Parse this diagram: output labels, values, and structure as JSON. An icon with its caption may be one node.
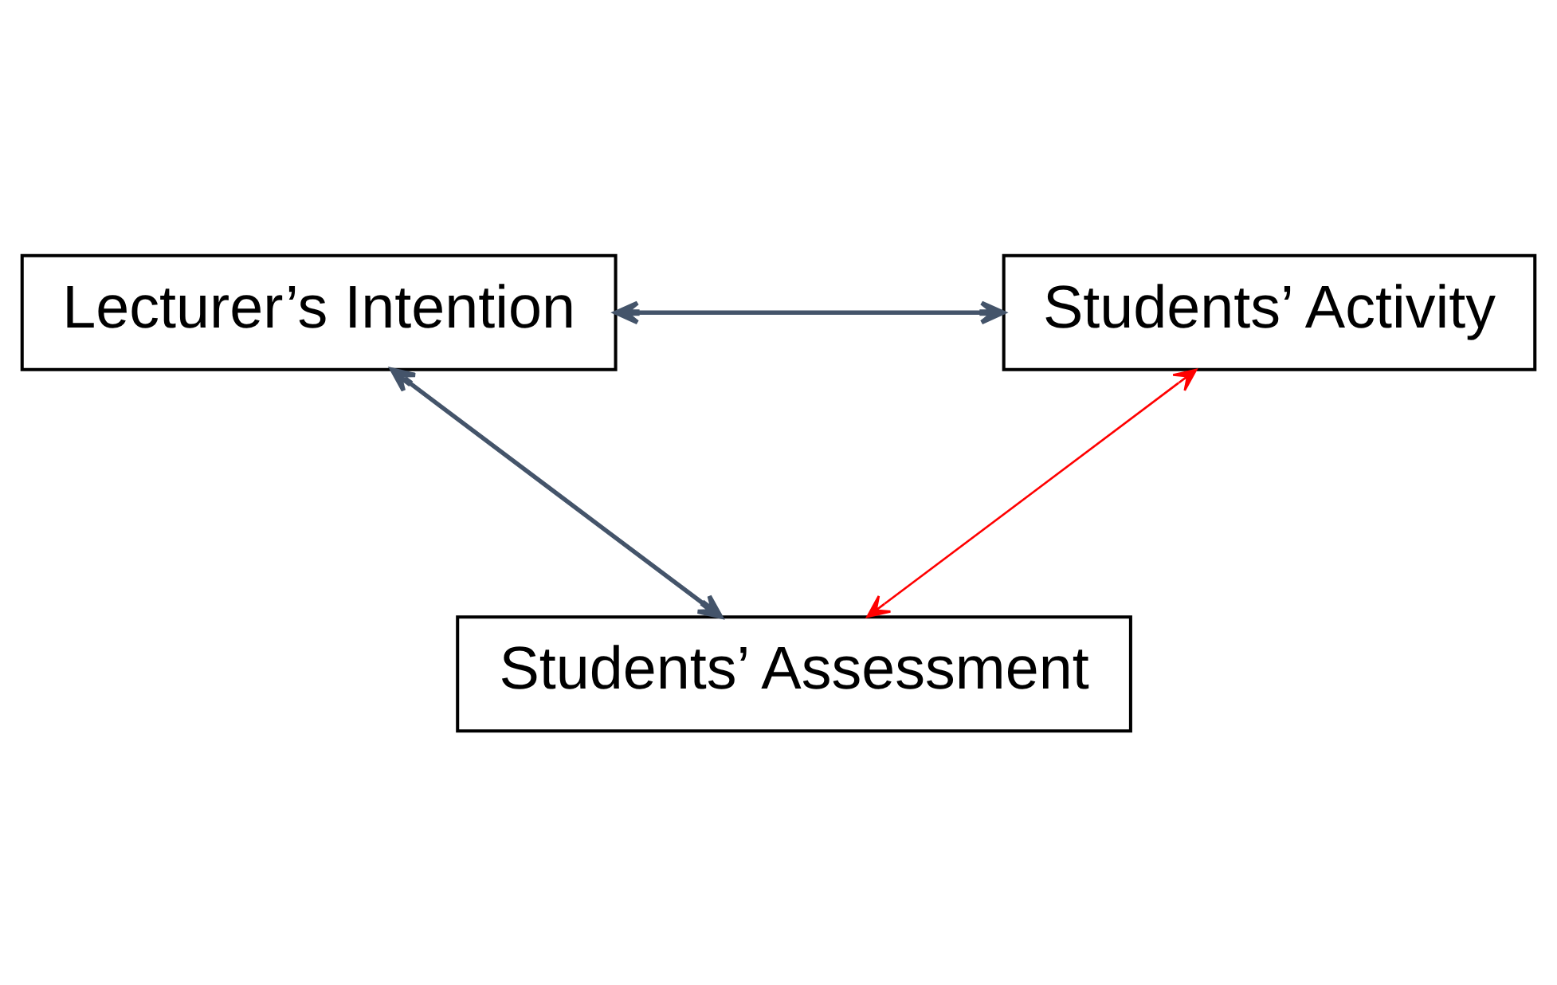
{
  "diagram": {
    "nodes": [
      {
        "text": [
          "Lecturer’s Intention"
        ]
      },
      {
        "text": [
          "Students’ Activity"
        ]
      },
      {
        "text": [
          "Students’ Assessment"
        ]
      }
    ],
    "edges": [
      {
        "from": 0,
        "to": 1,
        "arrow": "both"
      },
      {
        "from": 0,
        "to": 2,
        "arrow": "both"
      },
      {
        "from": 1,
        "to": 2,
        "arrow": "both",
        "color": "#ff0000"
      }
    ]
  }
}
